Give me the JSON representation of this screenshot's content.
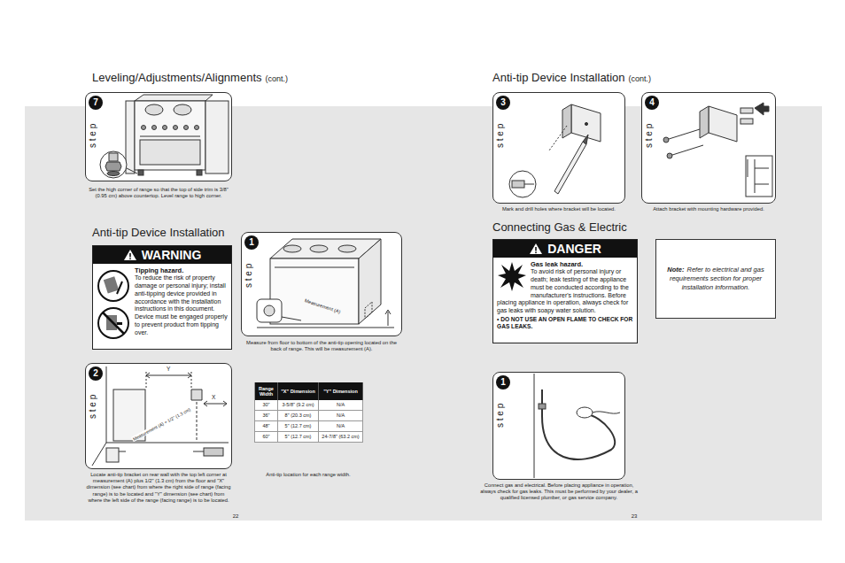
{
  "diagram": {
    "nodes": [
      {
        "text": [
          "7",
          "s t e p"
        ]
      },
      {
        "text": [
          "WARNING",
          "Tipping hazard.",
          "To reduce the risk of property damage or personal injury; install anti-tipping device provided in accordance with the installation instructions in this document. Device must be engaged properly to prevent product from tipping over."
        ]
      },
      {
        "text": [
          "1",
          "s t e p"
        ]
      },
      {
        "text": [
          "2",
          "s t e p"
        ]
      },
      {
        "text": [
          "3",
          "s t e p"
        ]
      },
      {
        "text": [
          "4",
          "s t e p"
        ]
      },
      {
        "text": [
          "DANGER",
          "Gas leak hazard.",
          "To avoid risk of personal injury or death; leak testing of the appliance must be conducted according to the manufacturer's instructions. Before placing appliance in operation, always check for gas leaks with soapy water solution.",
          "• DO NOT USE AN OPEN FLAME TO CHECK FOR GAS LEAKS."
        ]
      },
      {
        "text": [
          "Note:",
          "Refer to electrical and gas requirements section for proper installation information."
        ]
      },
      {
        "text": [
          "1",
          "s t e p"
        ]
      }
    ],
    "labels": [
      "Leveling/Adjustments/Alignments",
      "(cont.)",
      "Set the high corner of range so that the top of side trim is 3/8\" (0.95 cm) above countertop. Level range to high corner.",
      "Anti-tip Device Installation",
      "Measurement (A)",
      "Measure from floor to bottom of the anti-tip opening located on the back of range. This will be measurement (A).",
      "Measurement (A) + 1/2\" (1.3 cm)",
      "Y",
      "X",
      "Locate anti-tip bracket on rear wall with the top left corner at measurement (A) plus 1/2\" (1.3 cm) from the floor and \"X\" dimension (see chart) from where the right side of range (facing range) is to be located and \"Y\" dimension (see chart) from where the left side of the range (facing range) is to be located.",
      "Range Width",
      "\"X\" Dimension",
      "\"Y\" Dimension",
      "30\"",
      "3-5/8\" (9.2 cm)",
      "N/A",
      "36\"",
      "8\" (20.3 cm)",
      "N/A",
      "48\"",
      "5\" (12.7 cm)",
      "N/A",
      "60\"",
      "5\" (12.7 cm)",
      "24-7/8\" (63.2 cm)",
      "Anti-tip location for each range width.",
      "22",
      "Anti-tip Device Installation",
      "(cont.)",
      "Mark and drill holes where bracket will be located.",
      "Attach bracket with mounting hardware provided.",
      "Connecting Gas & Electric",
      "Connect gas and electrical. Before placing appliance in operation, always check for gas leaks. This must be performed by your dealer, a qualified licensed plumber, or gas service company.",
      "23"
    ]
  }
}
